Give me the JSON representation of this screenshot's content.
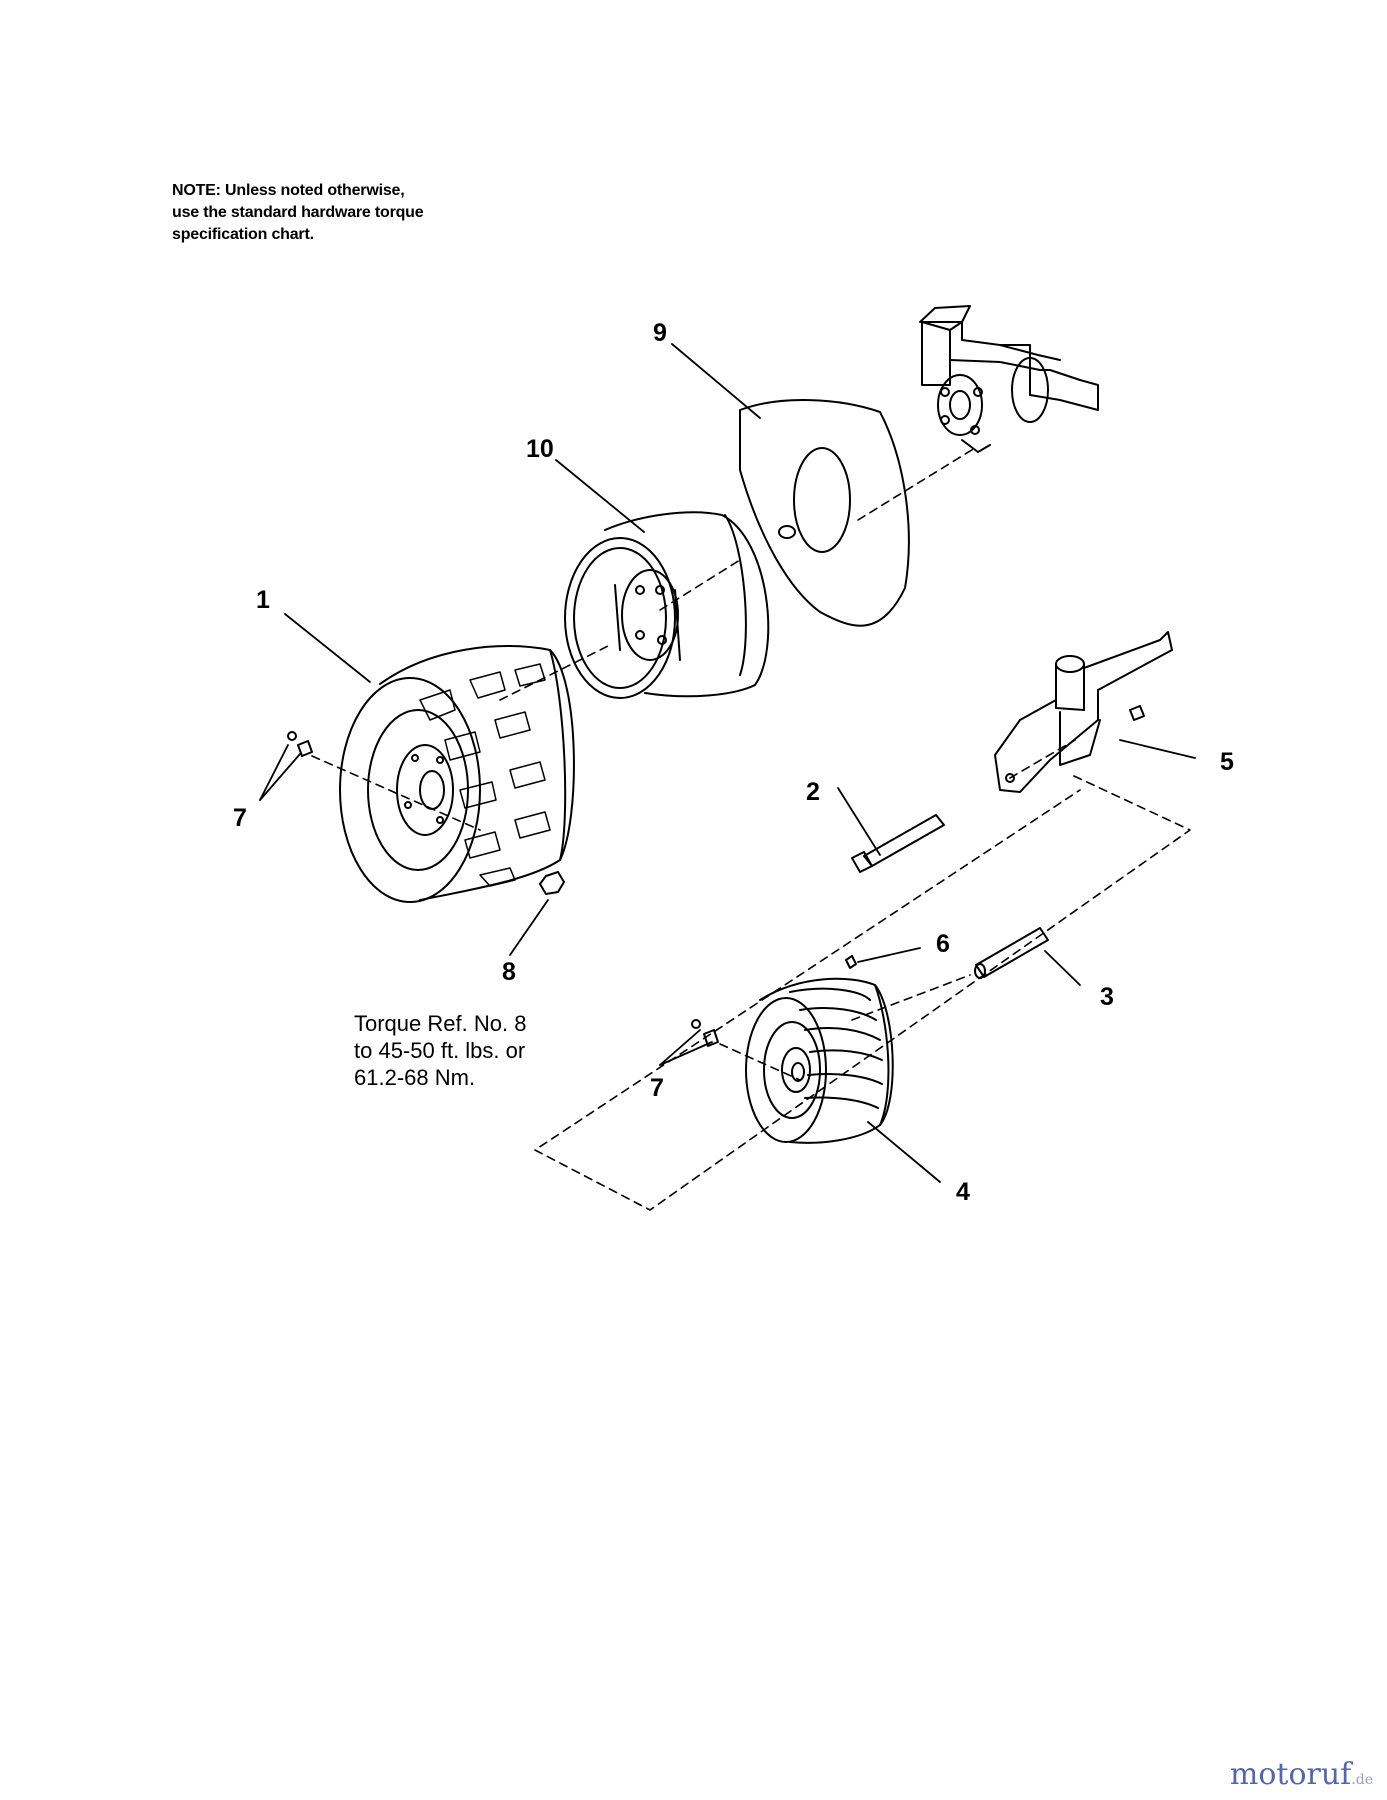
{
  "note": {
    "line1": "NOTE: Unless noted otherwise,",
    "line2": "use the standard hardware torque",
    "line3": "specification chart."
  },
  "torque": {
    "line1": "Torque Ref. No. 8",
    "line2": "to 45-50 ft. lbs. or",
    "line3": "61.2-68 Nm."
  },
  "callouts": [
    "1",
    "2",
    "3",
    "4",
    "5",
    "6",
    "7",
    "7",
    "8",
    "9",
    "10"
  ],
  "watermark": {
    "main": "motoruf",
    "suffix": ".de"
  }
}
